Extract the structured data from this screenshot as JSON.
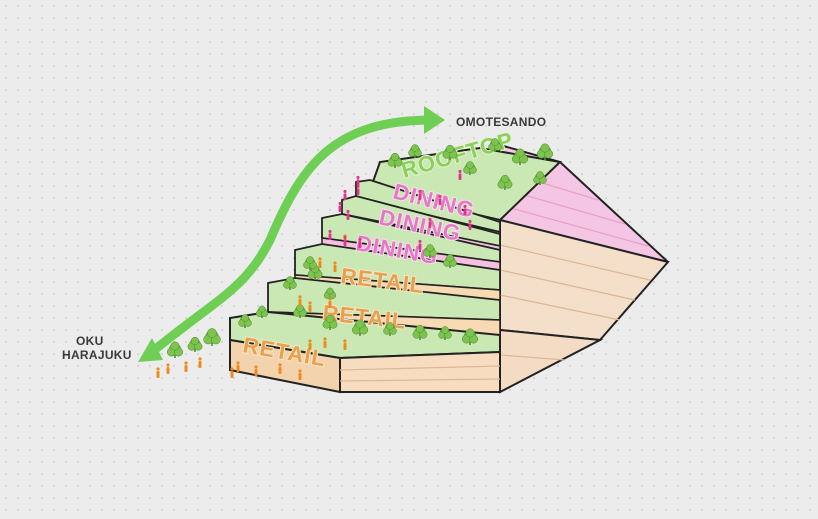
{
  "labels": {
    "north": "OMOTESANDO",
    "south_line1": "OKU",
    "south_line2": "HARAJUKU"
  },
  "levels": [
    {
      "name": "RETAIL",
      "use": "retail"
    },
    {
      "name": "RETAIL",
      "use": "retail"
    },
    {
      "name": "RETAIL",
      "use": "retail"
    },
    {
      "name": "DINING",
      "use": "dining"
    },
    {
      "name": "DINING",
      "use": "dining"
    },
    {
      "name": "DINING",
      "use": "dining"
    },
    {
      "name": "ROOFTOP",
      "use": "rooftop"
    }
  ],
  "colors": {
    "retail": "#f7d9b4",
    "retail_text": "#e8a04a",
    "dining": "#f5bfe0",
    "dining_text": "#e27bc4",
    "green_roof": "#c9e8b4",
    "rooftop_text": "#8ccf5a",
    "arrow": "#6fcf55",
    "people_retail": "#f08a1c",
    "people_dining": "#e0338c",
    "tree": "#7cc44e"
  }
}
